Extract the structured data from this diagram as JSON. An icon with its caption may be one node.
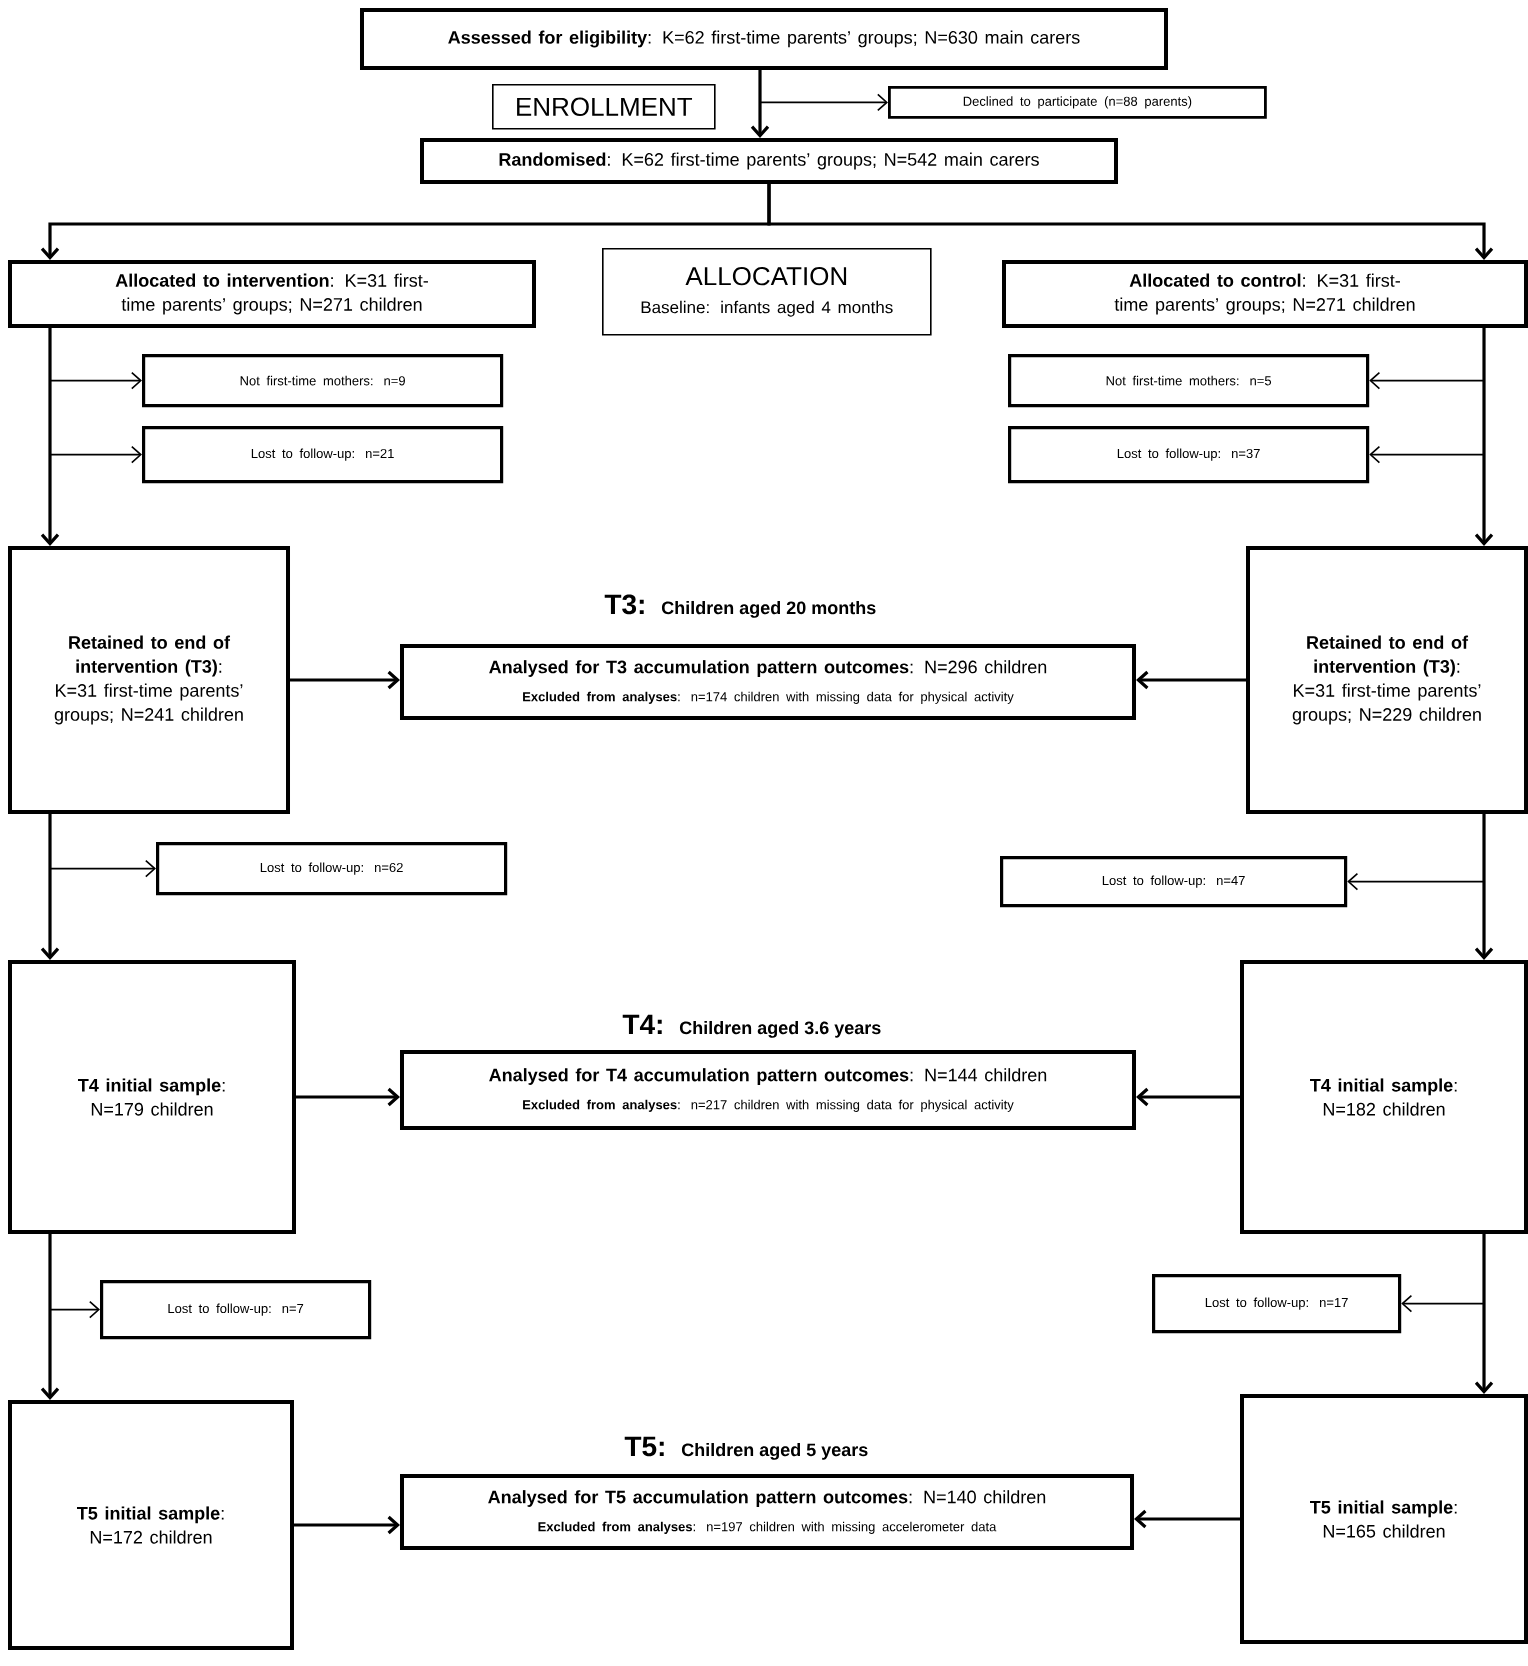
{
  "diagram": {
    "nodes": [
      {
        "text": [
          "**Assessed for eligibility**: K=62 first-time parents’ groups; N=630 main carers"
        ]
      },
      {
        "text": [
          "ENROLLMENT"
        ]
      },
      {
        "text": [
          "Declined to participate (n=88 parents)"
        ]
      },
      {
        "text": [
          "**Randomised**: K=62 first-time parents’ groups; N=542 main carers"
        ]
      },
      {
        "text": [
          "**Allocated to intervention**: K=31 first-time parents’ groups; N=271 children"
        ]
      },
      {
        "text": [
          "ALLOCATION",
          "Baseline: infants aged 4 months"
        ]
      },
      {
        "text": [
          "**Allocated to control**: K=31 first-time parents’ groups; N=271 children"
        ]
      },
      {
        "text": [
          "Not first-time mothers: n=9"
        ]
      },
      {
        "text": [
          "Lost to follow-up: n=21"
        ]
      },
      {
        "text": [
          "Not first-time mothers: n=5"
        ]
      },
      {
        "text": [
          "Lost to follow-up: n=37"
        ]
      },
      {
        "text": [
          "**Retained to end of intervention (T3)**: K=31 first-time parents’ groups; N=241 children"
        ]
      },
      {
        "text": [
          "**Analysed for T3 accumulation pattern outcomes**: N=296 children",
          "**Excluded from analyses**: n=174 children with missing data for physical activity"
        ]
      },
      {
        "text": [
          "**Retained to end of intervention (T3)**: K=31 first-time parents’ groups; N=229 children"
        ]
      },
      {
        "text": [
          "Lost to follow-up: n=62"
        ]
      },
      {
        "text": [
          "Lost to follow-up: n=47"
        ]
      },
      {
        "text": [
          "**T4 initial sample**: N=179 children"
        ]
      },
      {
        "text": [
          "**Analysed for T4 accumulation pattern outcomes**: N=144 children",
          "**Excluded from analyses**: n=217 children with missing data for physical activity"
        ]
      },
      {
        "text": [
          "**T4 initial sample**: N=182 children"
        ]
      },
      {
        "text": [
          "Lost to follow-up: n=7"
        ]
      },
      {
        "text": [
          "Lost to follow-up: n=17"
        ]
      },
      {
        "text": [
          "**T5 initial sample**: N=172 children"
        ]
      },
      {
        "text": [
          "**Analysed for T5 accumulation pattern outcomes**: N=140 children",
          "**Excluded from analyses**: n=197 children with missing accelerometer data"
        ]
      },
      {
        "text": [
          "**T5 initial sample**: N=165 children"
        ]
      }
    ],
    "edges": [
      {
        "from": 0,
        "to": 3,
        "arrow": "to"
      },
      {
        "from": 0,
        "to": 2,
        "arrow": "to"
      },
      {
        "from": 3,
        "to": 4,
        "arrow": "to"
      },
      {
        "from": 3,
        "to": 6,
        "arrow": "to"
      },
      {
        "from": 4,
        "to": 7,
        "arrow": "to"
      },
      {
        "from": 4,
        "to": 8,
        "arrow": "to"
      },
      {
        "from": 4,
        "to": 11,
        "arrow": "to"
      },
      {
        "from": 6,
        "to": 9,
        "arrow": "to"
      },
      {
        "from": 6,
        "to": 10,
        "arrow": "to"
      },
      {
        "from": 6,
        "to": 13,
        "arrow": "to"
      },
      {
        "from": 11,
        "to": 12,
        "arrow": "to"
      },
      {
        "from": 13,
        "to": 12,
        "arrow": "to"
      },
      {
        "from": 11,
        "to": 14,
        "arrow": "to"
      },
      {
        "from": 11,
        "to": 16,
        "arrow": "to"
      },
      {
        "from": 13,
        "to": 15,
        "arrow": "to"
      },
      {
        "from": 13,
        "to": 18,
        "arrow": "to"
      },
      {
        "from": 16,
        "to": 17,
        "arrow": "to"
      },
      {
        "from": 18,
        "to": 17,
        "arrow": "to"
      },
      {
        "from": 16,
        "to": 19,
        "arrow": "to"
      },
      {
        "from": 16,
        "to": 21,
        "arrow": "to"
      },
      {
        "from": 18,
        "to": 20,
        "arrow": "to"
      },
      {
        "from": 18,
        "to": 23,
        "arrow": "to"
      },
      {
        "from": 21,
        "to": 22,
        "arrow": "to"
      },
      {
        "from": 23,
        "to": 22,
        "arrow": "to"
      }
    ],
    "labels": [
      "T3:",
      "Children aged 20 months",
      "T4:",
      "Children aged 3.6 years",
      "T5:",
      "Children aged 5 years"
    ]
  }
}
